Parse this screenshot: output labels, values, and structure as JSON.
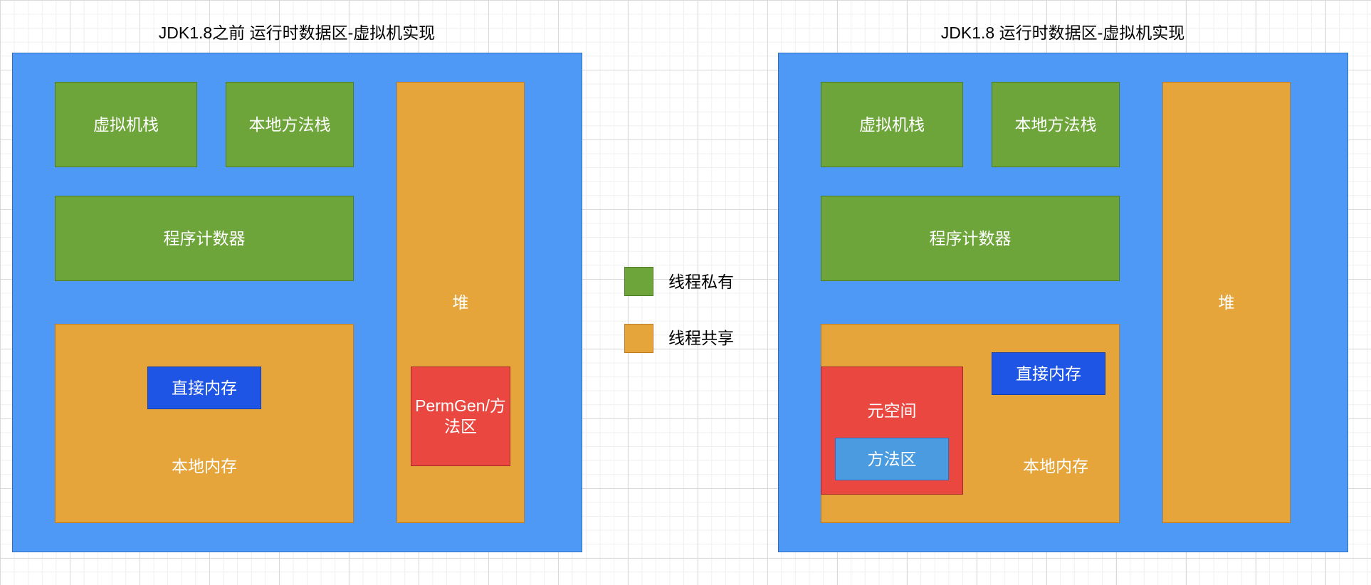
{
  "left": {
    "title": "JDK1.8之前 运行时数据区-虚拟机实现",
    "vm_stack": "虚拟机栈",
    "native_method_stack": "本地方法栈",
    "program_counter": "程序计数器",
    "native_memory": "本地内存",
    "direct_memory": "直接内存",
    "heap": "堆",
    "permgen": "PermGen/方法区"
  },
  "right": {
    "title": "JDK1.8 运行时数据区-虚拟机实现",
    "vm_stack": "虚拟机栈",
    "native_method_stack": "本地方法栈",
    "program_counter": "程序计数器",
    "native_memory": "本地内存",
    "direct_memory": "直接内存",
    "metaspace": "元空间",
    "method_area": "方法区",
    "heap": "堆"
  },
  "legend": {
    "thread_private": "线程私有",
    "thread_shared": "线程共享"
  },
  "colors": {
    "container": "#4f99f6",
    "thread_private": "#6ea53a",
    "thread_shared": "#e6a53b",
    "permgen_metaspace": "#ea4740",
    "direct_memory": "#1e55e4",
    "method_area": "#4a9be0"
  }
}
